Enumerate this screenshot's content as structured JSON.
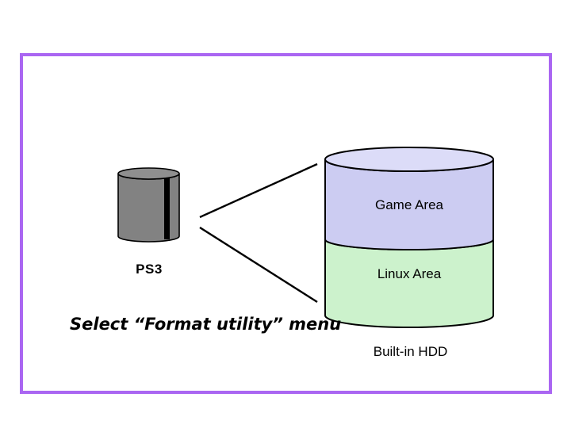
{
  "frame": {
    "border_color": "#aa66f2"
  },
  "diagram": {
    "ps3": {
      "label": "PS3",
      "body_color": "#828282",
      "top_color": "#8f8f8f",
      "stripe_color": "#000000"
    },
    "hdd": {
      "label": "Built-in HDD",
      "game_area_label": "Game Area",
      "linux_area_label": "Linux Area",
      "game_color": "#ccccf2",
      "top_color": "#dcdcf8",
      "linux_color": "#ccf2cc",
      "outline_color": "#000000"
    },
    "connector_color": "#000000",
    "instruction": "Select “Format utility” menu"
  }
}
